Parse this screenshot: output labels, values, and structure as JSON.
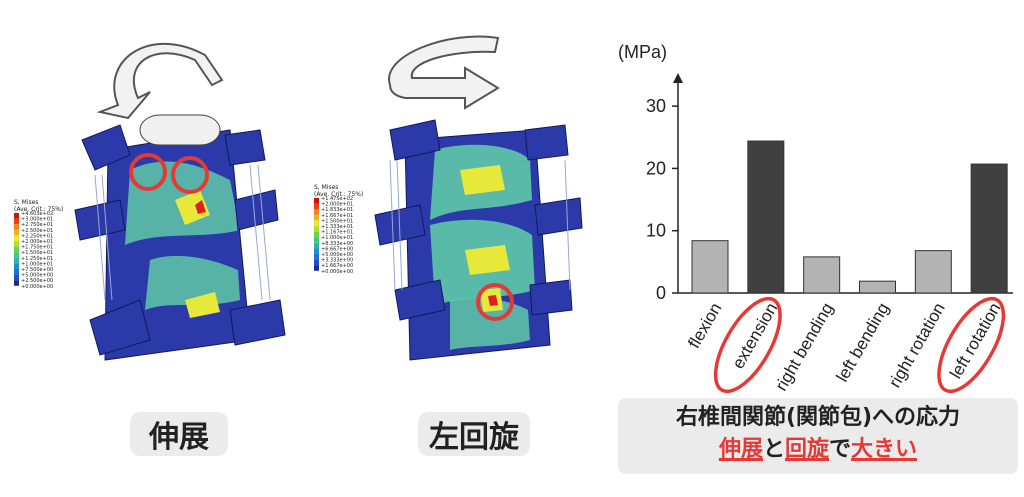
{
  "colors": {
    "mesh_blue": "#1d2a8c",
    "stress_green": "#6cd4a0",
    "stress_yellow": "#e6e83a",
    "stress_red": "#e02020",
    "arrow_gray": "#555555",
    "highlight_red": "#e53935",
    "bar_light": "#b3b3b3",
    "bar_dark": "#404040"
  },
  "left_model": {
    "caption": "伸展",
    "legend": {
      "title": "S, Mises",
      "subtitle": "(Ave. Crit.: 75%)",
      "ticks": [
        "+4.603e+02",
        "+3.000e+01",
        "+2.750e+01",
        "+2.500e+01",
        "+2.250e+01",
        "+2.000e+01",
        "+1.750e+01",
        "+1.500e+01",
        "+1.250e+01",
        "+1.000e+01",
        "+7.500e+00",
        "+5.000e+00",
        "+2.500e+00",
        "+0.000e+00"
      ]
    },
    "icons": [
      "rotation-arrow-icon"
    ]
  },
  "middle_model": {
    "caption": "左回旋",
    "legend": {
      "title": "S, Mises",
      "subtitle": "(Ave. Crit.: 75%)",
      "ticks": [
        "+1.475e+02",
        "+2.000e+01",
        "+1.833e+01",
        "+1.667e+01",
        "+1.500e+01",
        "+1.333e+01",
        "+1.167e+01",
        "+1.000e+01",
        "+8.333e+00",
        "+6.667e+00",
        "+5.000e+00",
        "+3.333e+00",
        "+1.667e+00",
        "+0.000e+00"
      ]
    },
    "icons": [
      "rotation-arrow-icon"
    ]
  },
  "chart_data": {
    "type": "bar",
    "ylabel": "(MPa)",
    "ylim": [
      0,
      35
    ],
    "yticks": [
      0,
      10,
      20,
      30
    ],
    "categories": [
      "flexion",
      "extension",
      "right bending",
      "left bending",
      "right rotation",
      "left rotation"
    ],
    "values": [
      8.4,
      24.4,
      5.8,
      1.9,
      6.8,
      20.7
    ],
    "bar_colors": [
      "#b3b3b3",
      "#404040",
      "#b3b3b3",
      "#b3b3b3",
      "#b3b3b3",
      "#404040"
    ],
    "highlighted": [
      "extension",
      "left rotation"
    ],
    "grid": false
  },
  "summary": {
    "line1": "右椎間関節(関節包)への応力",
    "line2_parts": [
      {
        "text": "伸展",
        "red": true
      },
      {
        "text": "と",
        "red": false
      },
      {
        "text": "回旋",
        "red": true
      },
      {
        "text": "で",
        "red": false
      },
      {
        "text": "大きい",
        "red": true
      }
    ]
  }
}
